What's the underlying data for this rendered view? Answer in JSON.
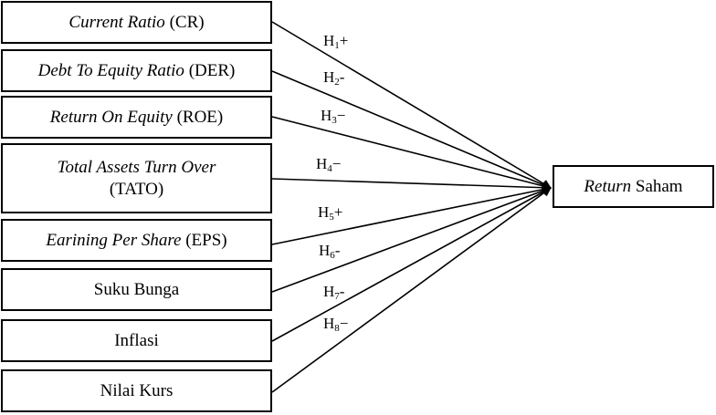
{
  "independent_variables": [
    {
      "italic": "Current Ratio",
      "plain": " (CR)"
    },
    {
      "italic": "Debt To Equity Ratio",
      "plain": " (DER)"
    },
    {
      "italic": "Return On Equity",
      "plain": " (ROE)"
    },
    {
      "italic": "Total Assets Turn Over",
      "plain": "(TATO)"
    },
    {
      "italic": "Earining Per Share",
      "plain": " (EPS)"
    },
    {
      "italic": "",
      "plain": "Suku Bunga"
    },
    {
      "italic": "",
      "plain": "Inflasi"
    },
    {
      "italic": "",
      "plain": "Nilai Kurs"
    }
  ],
  "dependent_variable": {
    "italic": "Return",
    "plain": " Saham"
  },
  "hypotheses": [
    {
      "letter": "H",
      "num": "1",
      "sign": "+"
    },
    {
      "letter": "H",
      "num": "2",
      "sign": "-"
    },
    {
      "letter": "H",
      "num": "3",
      "sign": "−"
    },
    {
      "letter": "H",
      "num": "4",
      "sign": "−"
    },
    {
      "letter": "H",
      "num": "5",
      "sign": "+"
    },
    {
      "letter": "H",
      "num": "6",
      "sign": "-"
    },
    {
      "letter": "H",
      "num": "7",
      "sign": "-"
    },
    {
      "letter": "H",
      "num": "8",
      "sign": "−"
    }
  ]
}
